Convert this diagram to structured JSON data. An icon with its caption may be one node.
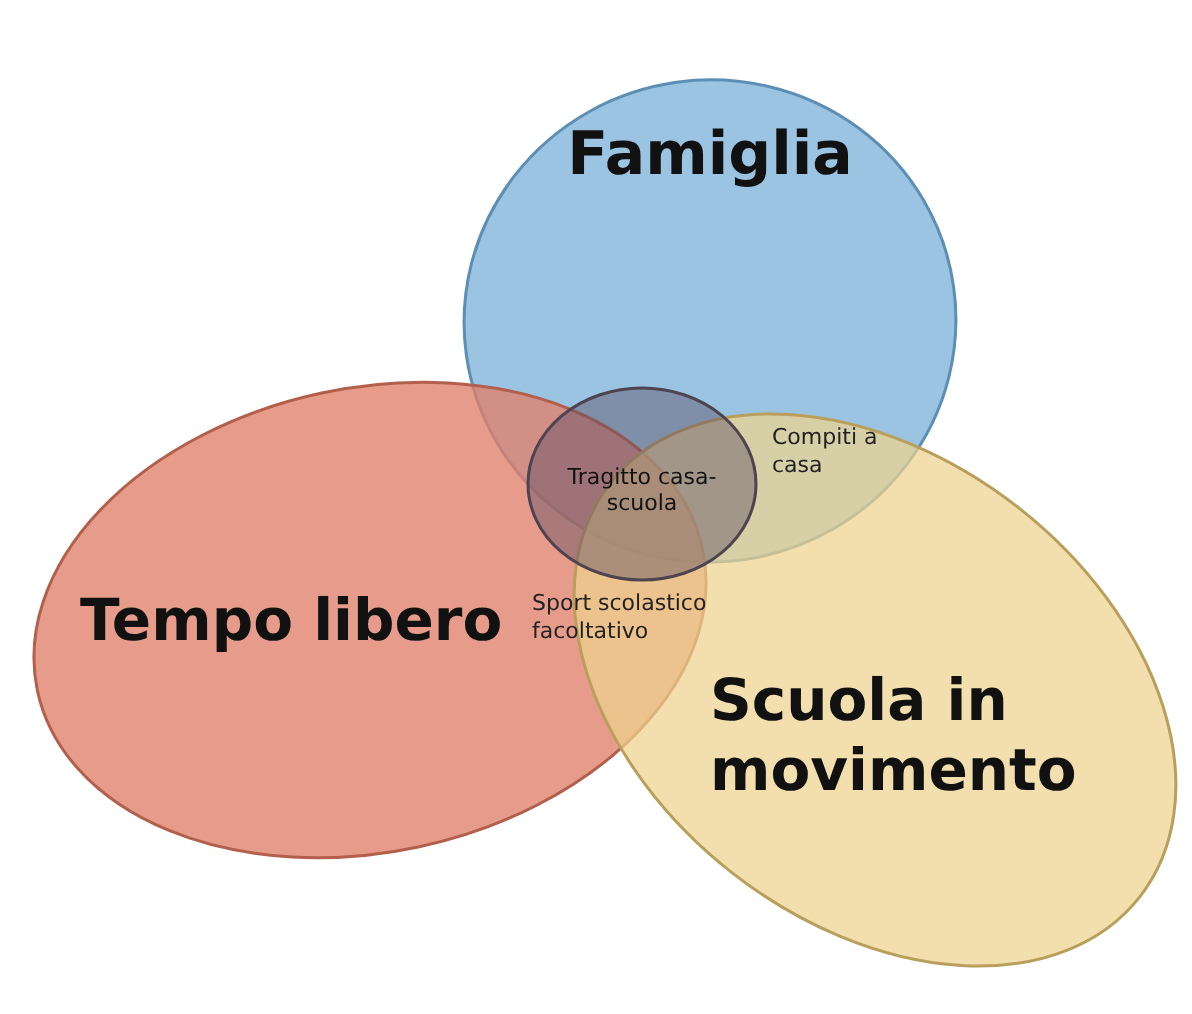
{
  "diagram": {
    "nodes": [
      {
        "text": [
          "Famiglia"
        ]
      },
      {
        "text": [
          "Tempo libero"
        ]
      },
      {
        "text": [
          "Scuola in movimento"
        ]
      },
      {
        "text": [
          "Tragitto casa-scuola"
        ]
      }
    ],
    "labels": [
      "Compiti a casa",
      "Sport scolastico facoltativo"
    ]
  }
}
